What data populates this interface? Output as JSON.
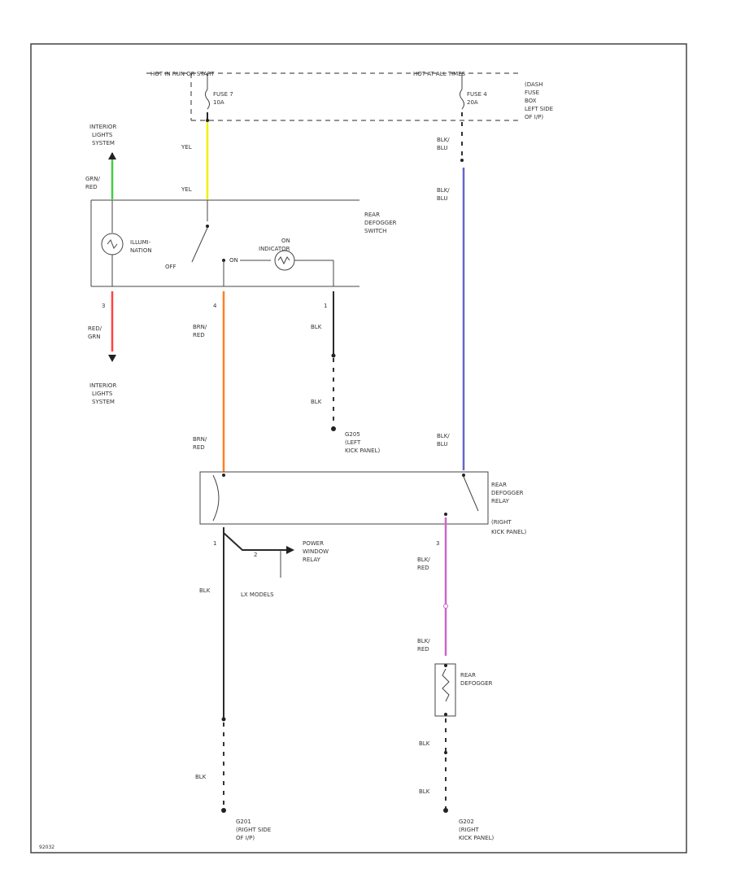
{
  "colors": {
    "yel": "#f2f000",
    "grn": "#44cc44",
    "red": "#ff4444",
    "org": "#ff7f27",
    "blu": "#6666cc",
    "pur": "#cc66cc"
  },
  "power": {
    "hot_run": "HOT IN RUN OR START",
    "hot_all": "HOT AT ALL TIMES",
    "fuse7_line1": "FUSE 7",
    "fuse7_line2": "10A",
    "fuse4_line1": "FUSE 4",
    "fuse4_line2": "20A",
    "fuse_box_line1": "(DASH",
    "fuse_box_line2": "FUSE",
    "fuse_box_line3": "BOX",
    "fuse_box_line4": "LEFT SIDE",
    "fuse_box_line5": "OF I/P)"
  },
  "labels": {
    "int_top_1": "INTERIOR",
    "int_top_2": "LIGHTS",
    "int_top_3": "SYSTEM",
    "int_bot_1": "INTERIOR",
    "int_bot_2": "LIGHTS",
    "int_bot_3": "SYSTEM",
    "switch_1": "REAR",
    "switch_2": "DEFOGGER",
    "switch_3": "SWITCH",
    "illum_1": "ILLUMI-",
    "illum_2": "NATION",
    "off": "OFF",
    "on": "ON",
    "on_ind_1": "ON",
    "on_ind_2": "INDICATOR",
    "relay_1": "REAR",
    "relay_2": "DEFOGGER",
    "relay_3": "RELAY",
    "relay_4": "(RIGHT",
    "relay_5": "KICK PANEL)",
    "pwr_1": "POWER",
    "pwr_2": "WINDOW",
    "pwr_3": "RELAY",
    "lx": "LX MODELS",
    "g205_1": "G205",
    "g205_2": "(LEFT",
    "g205_3": "KICK PANEL)",
    "g201_1": "G201",
    "g201_2": "(RIGHT SIDE",
    "g201_3": "OF I/P)",
    "g202_1": "G202",
    "g202_2": "(RIGHT",
    "g202_3": "KICK PANEL)",
    "defog_1": "REAR",
    "defog_2": "DEFOGGER",
    "code": "92032"
  },
  "wires": {
    "yel": "YEL",
    "grn_1": "GRN/",
    "grn_2": "RED",
    "red_1": "RED/",
    "red_2": "GRN",
    "brn_1": "BRN/",
    "brn_2": "RED",
    "blk": "BLK",
    "blu_1": "BLK/",
    "blu_2": "BLU",
    "blred_1": "BLK/",
    "blred_2": "RED"
  },
  "pins": {
    "p3": "3",
    "p4": "4",
    "p1": "1",
    "p2": "2"
  }
}
